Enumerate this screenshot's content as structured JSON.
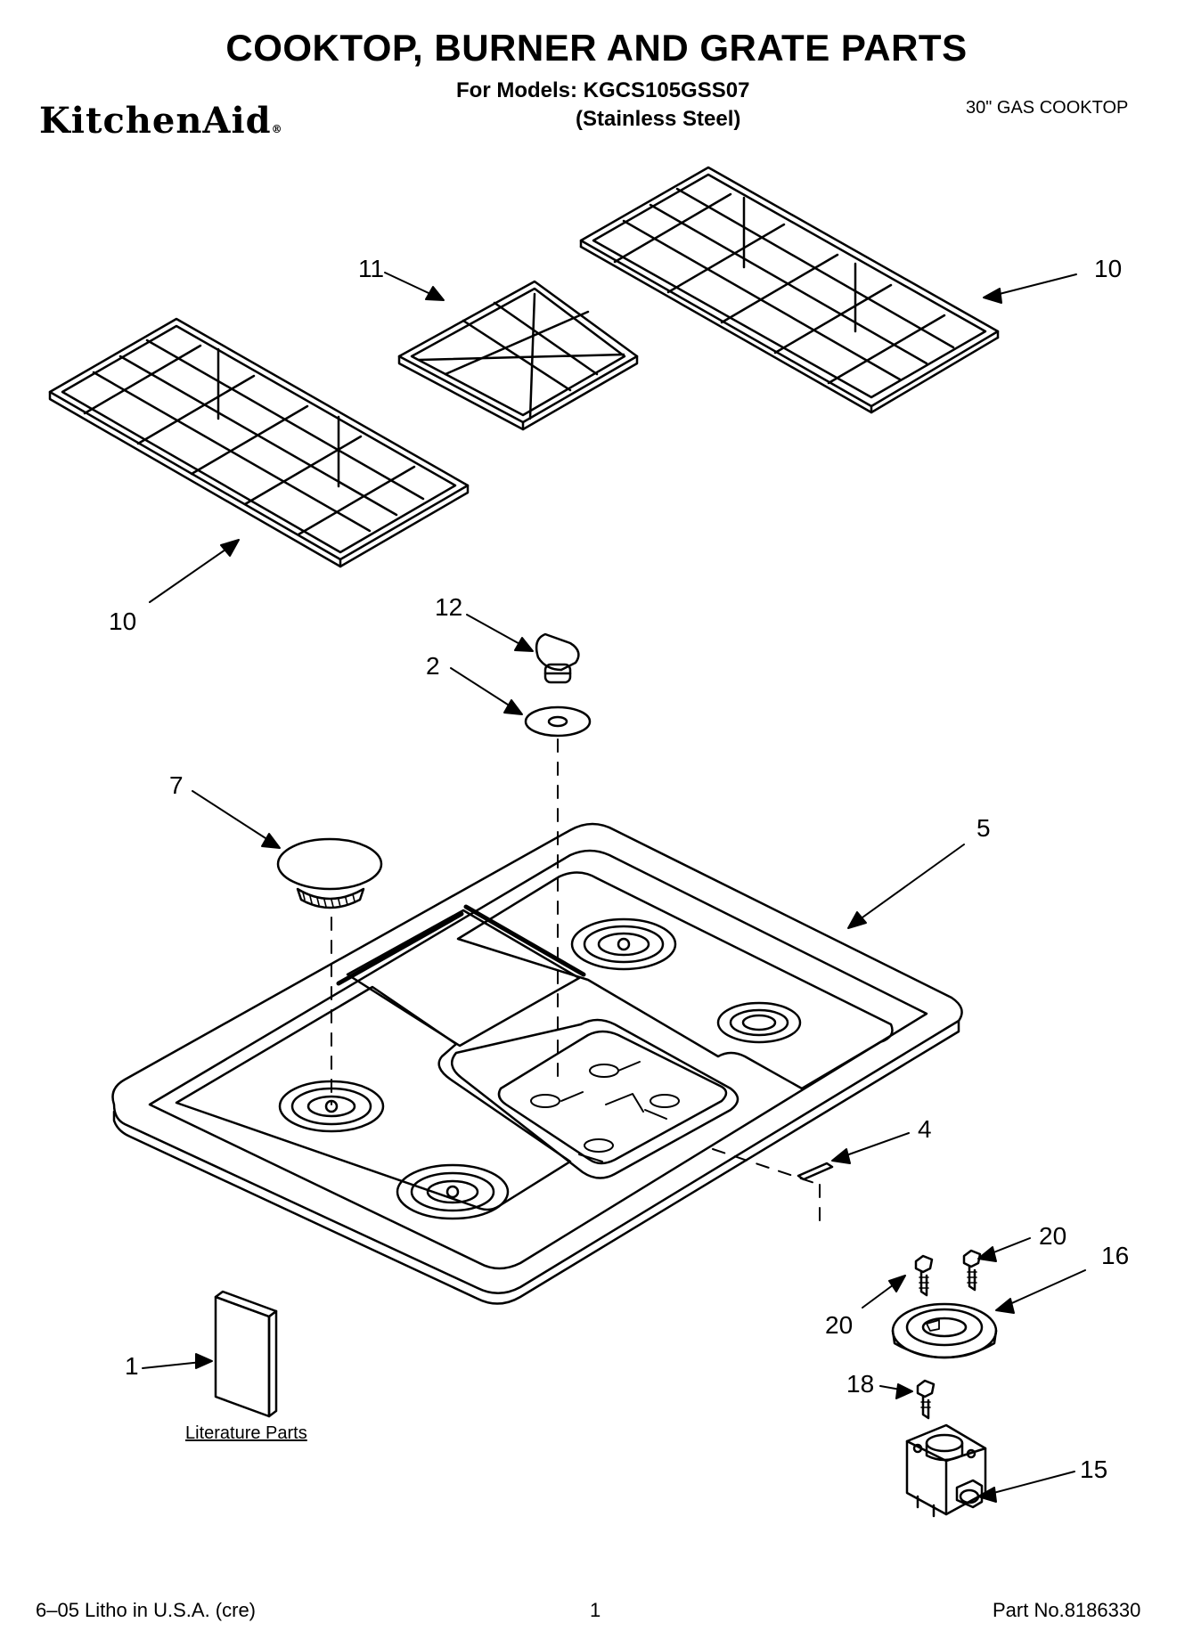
{
  "header": {
    "title": "COOKTOP, BURNER AND GRATE PARTS",
    "models_line": "For Models: KGCS105GSS07",
    "finish_line": "(Stainless Steel)",
    "brand": "KitchenAid",
    "brand_mark": "®",
    "product": "30\" GAS COOKTOP"
  },
  "callouts": {
    "grate_right": "10",
    "grate_center": "11",
    "grate_left": "10",
    "knob": "12",
    "bezel": "2",
    "burner_cap": "7",
    "cooktop": "5",
    "clip": "4",
    "screw_upper_right": "20",
    "burner_base": "16",
    "screw_upper_left": "20",
    "screw_lower": "18",
    "valve": "15",
    "literature": "1"
  },
  "literature_label": "Literature Parts",
  "footer": {
    "left": "6–05 Litho in U.S.A. (cre)",
    "page": "1",
    "right": "Part No.8186330"
  }
}
